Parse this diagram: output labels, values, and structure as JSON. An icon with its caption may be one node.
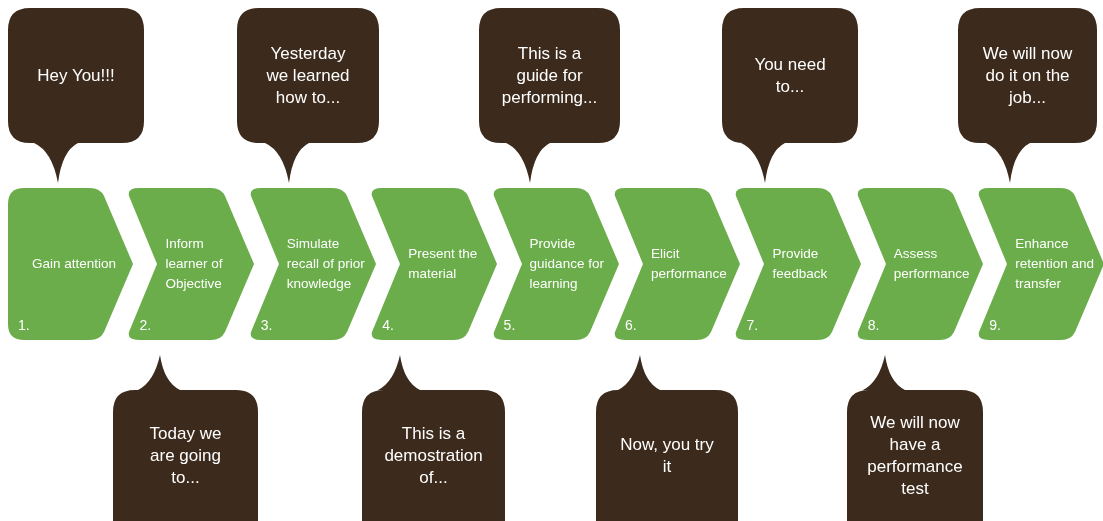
{
  "diagram": {
    "nodes": [
      {
        "text": [
          "Hey You!!!"
        ]
      },
      {
        "text": [
          "Yesterday we learned how to..."
        ]
      },
      {
        "text": [
          "This is a guide for performing..."
        ]
      },
      {
        "text": [
          "You need to..."
        ]
      },
      {
        "text": [
          "We will now do it on the job..."
        ]
      },
      {
        "text": [
          "Gain attention",
          "1."
        ]
      },
      {
        "text": [
          "Inform learner of Objective",
          "2."
        ]
      },
      {
        "text": [
          "Simulate recall of prior knowledge",
          "3."
        ]
      },
      {
        "text": [
          "Present the material",
          "4."
        ]
      },
      {
        "text": [
          "Provide guidance for learning",
          "5."
        ]
      },
      {
        "text": [
          "Elicit performance",
          "6."
        ]
      },
      {
        "text": [
          "Provide feedback",
          "7."
        ]
      },
      {
        "text": [
          "Assess performance",
          "8."
        ]
      },
      {
        "text": [
          "Enhance retention and transfer",
          "9."
        ]
      },
      {
        "text": [
          "Today we are going to..."
        ]
      },
      {
        "text": [
          "This is a demostration of..."
        ]
      },
      {
        "text": [
          "Now, you try it"
        ]
      },
      {
        "text": [
          "We will now have a performance test"
        ]
      }
    ]
  }
}
